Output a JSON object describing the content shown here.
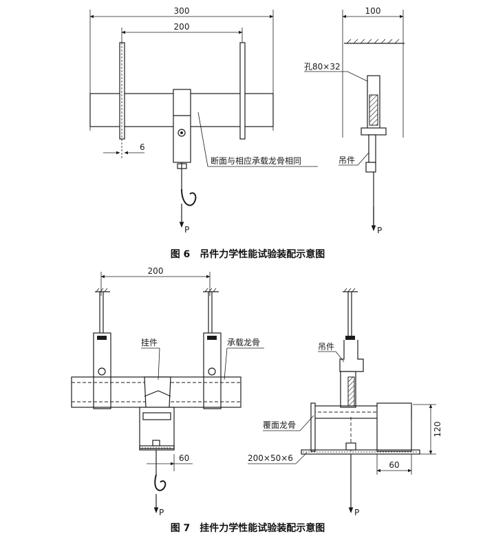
{
  "figure6": {
    "caption": "图 6　吊件力学性能试验装配示意图",
    "front": {
      "dim_300": "300",
      "dim_200": "200",
      "dim_6": "6",
      "note": "断面与相应承载龙骨相同",
      "load": "P"
    },
    "side": {
      "dim_100": "100",
      "hole": "孔80×32",
      "part": "吊件",
      "load": "P"
    }
  },
  "figure7": {
    "caption": "图 7　挂件力学性能试验装配示意图",
    "front": {
      "dim_200": "200",
      "dim_60": "60",
      "part_hanger": "挂件",
      "part_main_keel": "承载龙骨",
      "load": "P"
    },
    "side": {
      "part_suspender": "吊件",
      "part_cover_keel": "覆面龙骨",
      "plate_size": "200×50×6",
      "dim_120": "120",
      "dim_60": "60",
      "load": "P"
    }
  }
}
